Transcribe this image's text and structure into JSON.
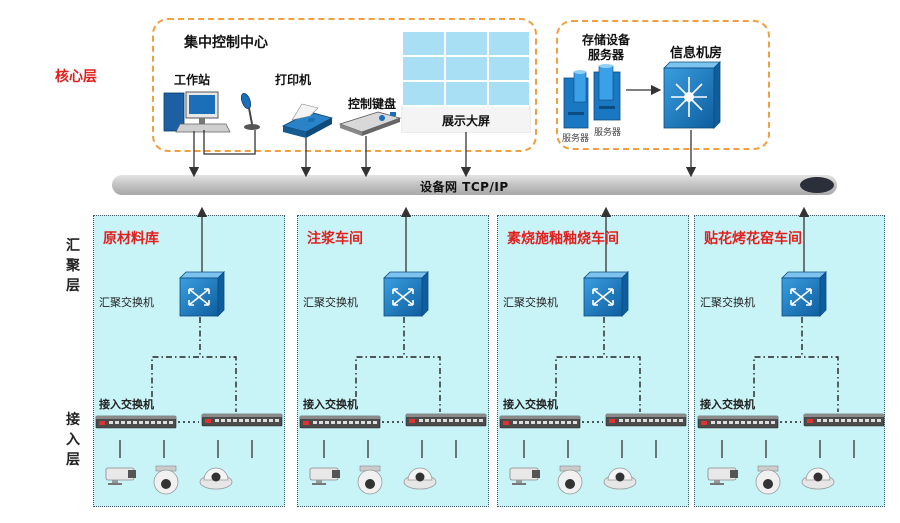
{
  "layers": {
    "core": "核心层",
    "aggregation": "汇聚层",
    "access": "接入层"
  },
  "core_center": {
    "title": "集中控制中心",
    "workstation": "工作站",
    "printer": "打印机",
    "keyboard": "控制键盘",
    "display_wall": "展示大屏"
  },
  "storage": {
    "title": "存储设备\n服务器",
    "title_line1": "存储设备",
    "title_line2": "服务器",
    "server1_label": "服务器",
    "server2_label": "服务器",
    "machine_room": "信息机房"
  },
  "network_bus": "设备网 TCP/IP",
  "zones": [
    {
      "name": "原材料库",
      "agg_switch": "汇聚交换机",
      "access_switch": "接入交换机"
    },
    {
      "name": "注浆车间",
      "agg_switch": "汇聚交换机",
      "access_switch": "接入交换机"
    },
    {
      "name": "素烧施釉釉烧车间",
      "agg_switch": "汇聚交换机",
      "access_switch": "接入交换机"
    },
    {
      "name": "贴花烤花窑车间",
      "agg_switch": "汇聚交换机",
      "access_switch": "接入交换机"
    }
  ],
  "colors": {
    "zone_fill": "#c9f4f7",
    "switch_blue": "#1a78c2",
    "accent_red": "#e0201e",
    "core_border": "#f0a040",
    "bus": "#c8c8c8"
  }
}
